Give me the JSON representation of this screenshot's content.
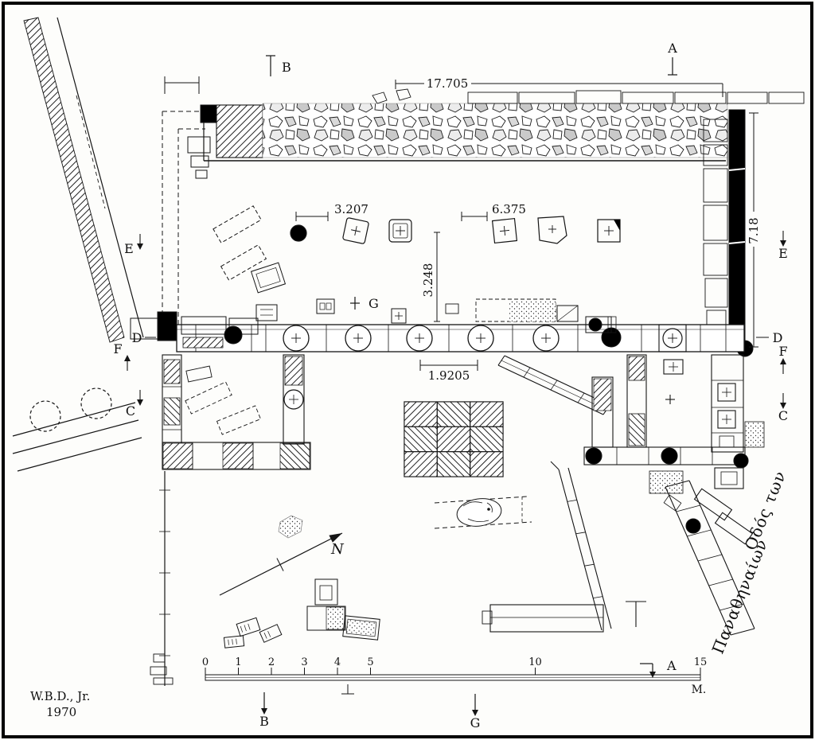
{
  "plan": {
    "signature": {
      "line1": "W.B.D., Jr.",
      "line2": "1970"
    },
    "street": {
      "line1": "Οδός των",
      "line2": "Παναθηναίων"
    },
    "north": "N",
    "scale": {
      "t0": "0",
      "t1": "1",
      "t2": "2",
      "t3": "3",
      "t4": "4",
      "t5": "5",
      "t10": "10",
      "t15": "15",
      "unit": "M."
    },
    "dimensions": {
      "top_width": "17.705",
      "right_depth": "7.18",
      "base_left": "3.207",
      "base_right": "6.375",
      "interior_depth": "3.248",
      "intercolumniation": "1.9205"
    },
    "sections": {
      "a": "A",
      "b": "B",
      "c": "C",
      "d": "D",
      "e": "E",
      "f": "F",
      "g": "G"
    }
  }
}
